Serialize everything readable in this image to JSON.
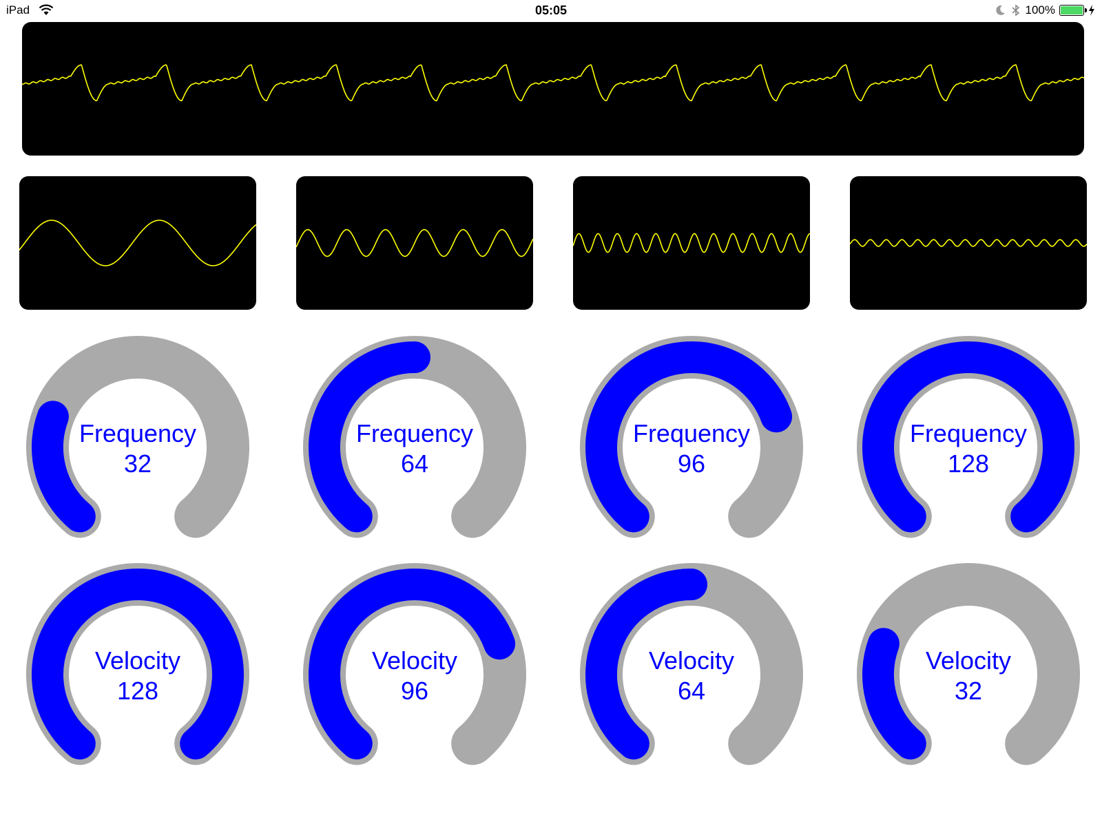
{
  "status_bar": {
    "device": "iPad",
    "time": "05:05",
    "battery_percent": "100%",
    "icons": [
      "wifi-icon",
      "moon-icon",
      "bluetooth-icon",
      "battery-icon",
      "charging-bolt-icon"
    ]
  },
  "colors": {
    "scope_background": "#000000",
    "trace": "#ffff00",
    "knob_track": "#aaaaaa",
    "knob_active": "#0000ff",
    "knob_text": "#0000ff"
  },
  "main_scope": {
    "description_type": "composite waveform",
    "cycles": 12.5
  },
  "small_scopes": [
    {
      "cycles": 2.2,
      "amplitude": 0.17
    },
    {
      "cycles": 6.1,
      "amplitude": 0.1
    },
    {
      "cycles": 12.3,
      "amplitude": 0.07
    },
    {
      "cycles": 15,
      "amplitude": 0.025
    }
  ],
  "knob_max": 128,
  "frequency_knobs": [
    {
      "label": "Frequency",
      "value": "32"
    },
    {
      "label": "Frequency",
      "value": "64"
    },
    {
      "label": "Frequency",
      "value": "96"
    },
    {
      "label": "Frequency",
      "value": "128"
    }
  ],
  "velocity_knobs": [
    {
      "label": "Velocity",
      "value": "128"
    },
    {
      "label": "Velocity",
      "value": "96"
    },
    {
      "label": "Velocity",
      "value": "64"
    },
    {
      "label": "Velocity",
      "value": "32"
    }
  ]
}
